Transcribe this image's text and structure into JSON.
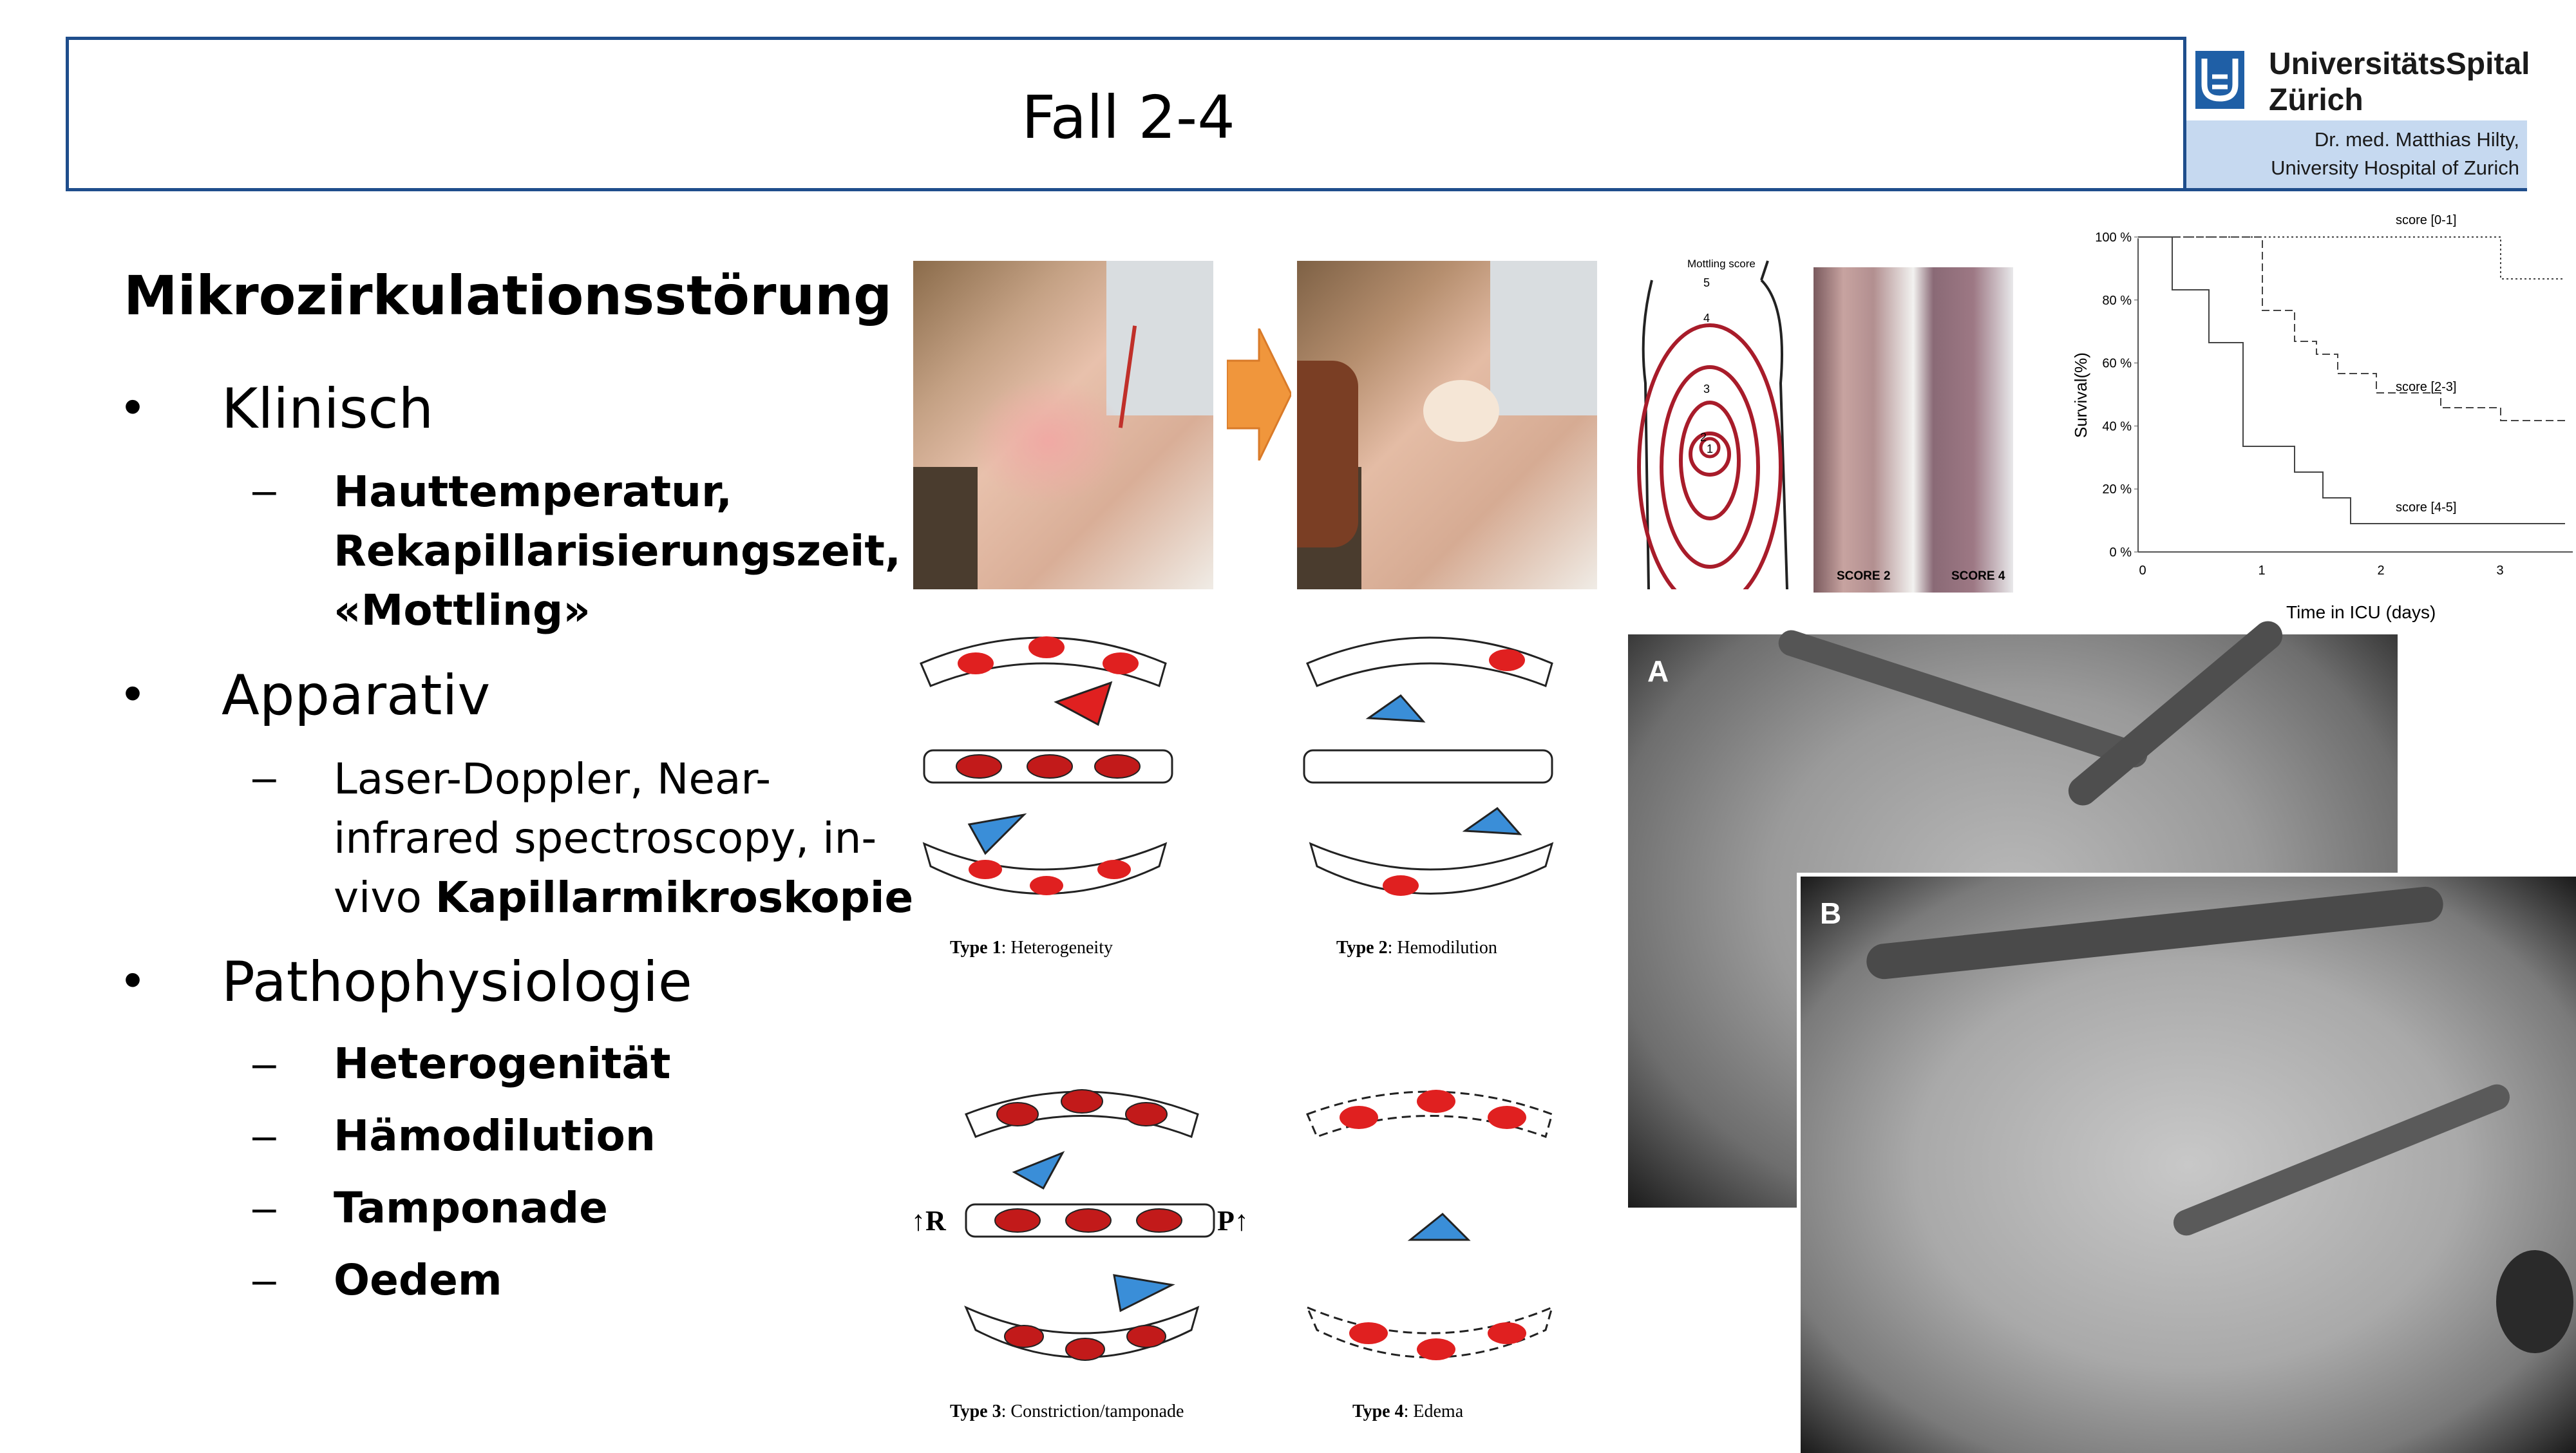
{
  "title": "Fall 2-4",
  "logo": {
    "name_line1": "UniversitätsSpital",
    "name_line2": "Zürich",
    "author_line1": "Dr. med. Matthias Hilty,",
    "author_line2": "University Hospital of Zurich"
  },
  "heading": "Mikrozirkulationsstörung",
  "bullets": [
    {
      "label": "Klinisch",
      "subs": [
        "Hauttemperatur,",
        "Rekapillarisierungszeit,",
        "«Mottling»"
      ]
    },
    {
      "label": "Apparativ",
      "subs_line1": "Laser-Doppler, Near-",
      "subs_line2": "infrared spectroscopy, in-",
      "subs_line3_prefix": "vivo ",
      "subs_line3_bold": "Kapillarmikroskopie"
    },
    {
      "label": "Pathophysiologie",
      "subs": [
        "Heterogenität",
        "Hämodilution",
        "Tamponade",
        "Oedem"
      ]
    }
  ],
  "bullet_symbol": "•",
  "dash_symbol": "–",
  "mottling": {
    "title": "Mottling score",
    "levels": [
      "5",
      "4",
      "3",
      "2",
      "1"
    ]
  },
  "knees": {
    "left_label": "SCORE 2",
    "right_label": "SCORE 4"
  },
  "survival_chart": {
    "ylabel": "Survival(%)",
    "xlabel": "Time in ICU (days)",
    "yticks": [
      "100 %",
      "80 %",
      "60 %",
      "40 %",
      "20 %",
      "0 %"
    ],
    "xticks": [
      "0",
      "1",
      "2",
      "3"
    ],
    "series": [
      "score [0-1]",
      "score [2-3]",
      "score [4-5]"
    ]
  },
  "types": [
    {
      "num": "1",
      "word": "Type ",
      "label": ": Heterogeneity"
    },
    {
      "num": "2",
      "word": "Type ",
      "label": ": Hemodilution"
    },
    {
      "num": "3",
      "word": "Type ",
      "label": ": Constriction/tamponade"
    },
    {
      "num": "4",
      "word": "Type ",
      "label": ": Edema"
    }
  ],
  "type3_left": "R",
  "type3_right": "P",
  "scan_a": "A",
  "scan_b": "B",
  "colors": {
    "border": "#1f4e8c",
    "logo_blue": "#1f5fa6",
    "logo_bg": "#c6d9f0",
    "arrow": "#f0963c",
    "cell": "#e02020",
    "mottle": "#a81c2a"
  }
}
